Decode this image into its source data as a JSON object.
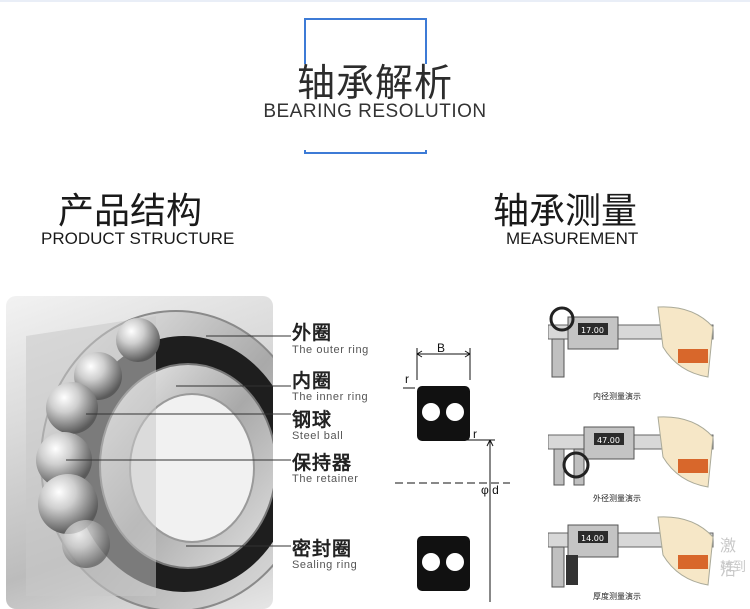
{
  "header": {
    "title_cn": "轴承解析",
    "title_en": "BEARING RESOLUTION"
  },
  "sections": {
    "structure": {
      "title_cn": "产品结构",
      "title_en": "PRODUCT STRUCTURE"
    },
    "measurement": {
      "title_cn": "轴承测量",
      "title_en": "MEASUREMENT"
    }
  },
  "parts": [
    {
      "cn": "外圈",
      "en": "The outer ring"
    },
    {
      "cn": "内圈",
      "en": "The inner ring"
    },
    {
      "cn": "钢球",
      "en": "Steel ball"
    },
    {
      "cn": "保持器",
      "en": "The retainer"
    },
    {
      "cn": "密封圈",
      "en": "Sealing ring"
    }
  ],
  "diagram": {
    "width_label": "B",
    "radius_label": "r",
    "radius_label_2": "r",
    "diameter_label": "φ d"
  },
  "measurements": [
    {
      "caption": "内径测量演示",
      "readout": "17.00"
    },
    {
      "caption": "外径测量演示",
      "readout": "47.00"
    },
    {
      "caption": "厚度测量演示",
      "readout": "14.00"
    }
  ],
  "watermark": {
    "line1": "激活",
    "line2": "转到"
  }
}
